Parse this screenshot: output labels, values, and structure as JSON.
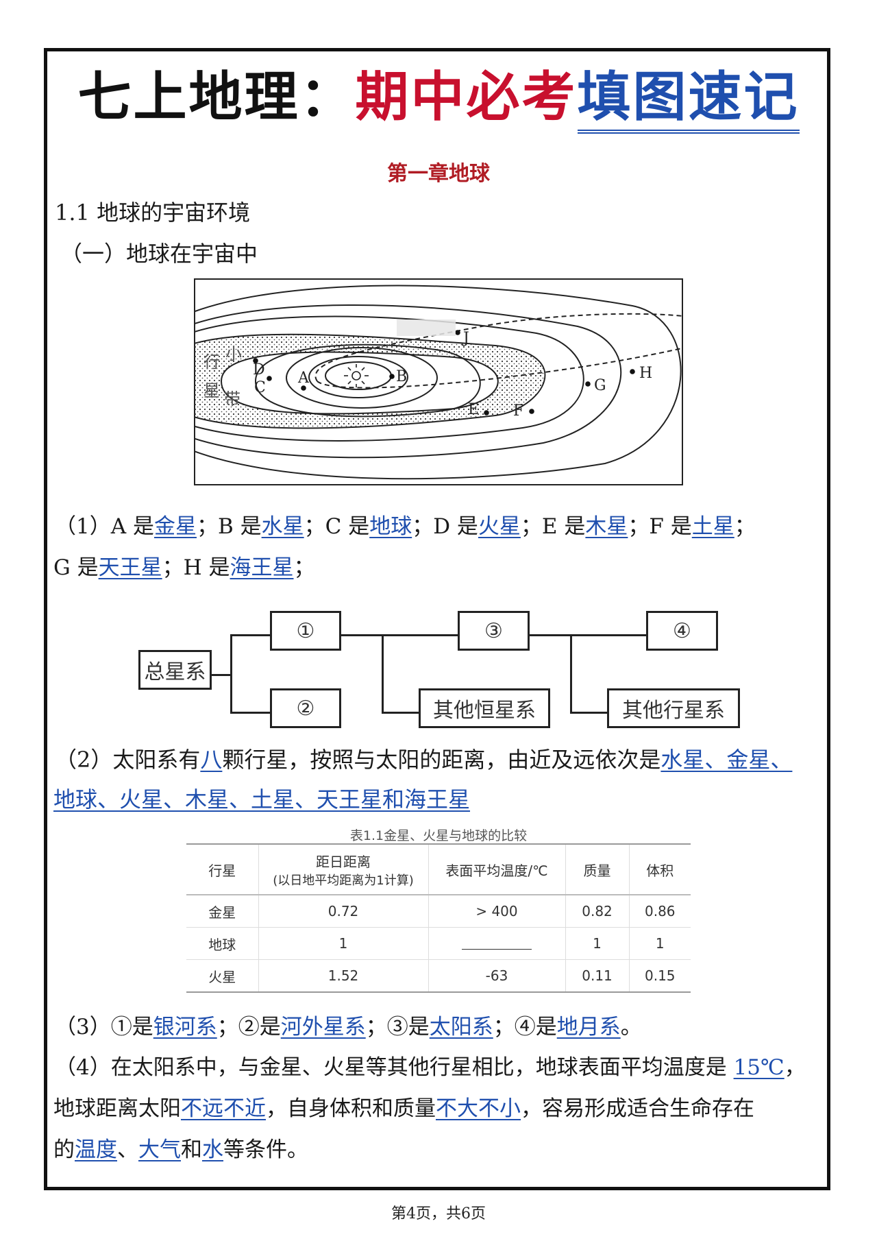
{
  "title": {
    "part1": "七上地理：",
    "part2": "期中必考",
    "part3": "填图速记"
  },
  "chapter": "第一章地球",
  "section": "1.1 地球的宇宙环境",
  "subsection": "（一）地球在宇宙中",
  "figure": {
    "labels": {
      "A": "A",
      "B": "B",
      "C": "C",
      "D": "D",
      "E": "E",
      "F": "F",
      "G": "G",
      "H": "H",
      "J": "J"
    },
    "belt_label": [
      "行",
      "小",
      "星",
      "带"
    ]
  },
  "q1": {
    "prefix": "（1）",
    "items": [
      {
        "pre": "A 是",
        "ans": "金星",
        "sep": "；"
      },
      {
        "pre": "B 是",
        "ans": "水星",
        "sep": "；"
      },
      {
        "pre": "C 是",
        "ans": "地球",
        "sep": "；"
      },
      {
        "pre": "D 是",
        "ans": "火星",
        "sep": "；"
      },
      {
        "pre": "E 是",
        "ans": "木星",
        "sep": "；"
      },
      {
        "pre": "F 是",
        "ans": "土星",
        "sep": "；"
      },
      {
        "pre": "G 是",
        "ans": "天王星",
        "sep": "；"
      },
      {
        "pre": "H 是",
        "ans": "海王星",
        "sep": "；"
      }
    ]
  },
  "tree": {
    "root": "总星系",
    "n1": "①",
    "n2": "②",
    "n3": "③",
    "n4": "④",
    "other_stars": "其他恒星系",
    "other_planets": "其他行星系"
  },
  "q2": {
    "prefix": "（2）太阳系有",
    "ans1": "八",
    "mid": "颗行星，按照与太阳的距离，由近及远依次是",
    "ans2_line1": "水星、金星、",
    "ans2_line2": "地球、火星、木星、土星、天王星和海王星"
  },
  "table": {
    "caption": "表1.1金星、火星与地球的比较",
    "headers": [
      "行星",
      "距日距离",
      "(以日地平均距离为1计算)",
      "表面平均温度/℃",
      "质量",
      "体积"
    ],
    "rows": [
      {
        "name": "金星",
        "dist": "0.72",
        "temp": "> 400",
        "mass": "0.82",
        "vol": "0.86"
      },
      {
        "name": "地球",
        "dist": "1",
        "temp": "",
        "mass": "1",
        "vol": "1"
      },
      {
        "name": "火星",
        "dist": "1.52",
        "temp": "-63",
        "mass": "0.11",
        "vol": "0.15"
      }
    ]
  },
  "q3": {
    "prefix": "（3）①是",
    "a1": "银河系",
    "s1": "；②是",
    "a2": "河外星系",
    "s2": "；③是",
    "a3": "太阳系",
    "s3": "；④是",
    "a4": "地月系",
    "end": "。"
  },
  "q4": {
    "line1_pre": "（4）在太阳系中，与金星、火星等其他行星相比，地球表面平均温度是 ",
    "a_temp": "15℃",
    "line1_end": "，",
    "line2_pre": "地球距离太阳",
    "a_dist": "不远不近",
    "line2_mid": "，自身体积和质量",
    "a_size": "不大不小",
    "line2_end": "，容易形成适合生命存在",
    "line3_pre": "的",
    "a_t": "温度",
    "s1": "、",
    "a_air": "大气",
    "s2": "和",
    "a_water": "水",
    "line3_end": "等条件。"
  },
  "footer": "第4页，共6页"
}
